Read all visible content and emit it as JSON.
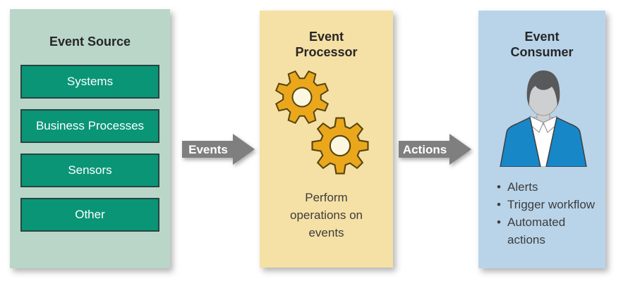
{
  "colors": {
    "canvas-bg": "#ffffff",
    "source-bg": "#b9d6c9",
    "source-box-fill": "#0a9577",
    "source-box-border": "#264640",
    "source-box-text": "#ffffff",
    "processor-bg": "#f5e0a5",
    "consumer-bg": "#b9d4e9",
    "arrow-fill": "#7f7f7f",
    "arrow-text": "#ffffff",
    "gear-fill": "#eba71c",
    "gear-stroke": "#55450f",
    "gear-hole": "#fdf6e1",
    "suit-fill": "#1787c8",
    "suit-stroke": "#3f3f3f",
    "hair-fill": "#58595b",
    "face-fill": "#cdcfd1",
    "face-stroke": "#9b9b9b",
    "shirt-fill": "#ffffff",
    "title-text": "#262626",
    "body-text": "#3d3d3d"
  },
  "icons": {
    "processor": "gears-icon",
    "consumer": "businessman-icon"
  },
  "diagram": {
    "source": {
      "title": "Event Source",
      "items": [
        "Systems",
        "Business Processes",
        "Sensors",
        "Other"
      ]
    },
    "events_arrow": {
      "label": "Events"
    },
    "processor": {
      "title": "Event Processor",
      "description": "Perform operations on events"
    },
    "actions_arrow": {
      "label": "Actions"
    },
    "consumer": {
      "title": "Event Consumer",
      "items": [
        "Alerts",
        "Trigger workflow",
        "Automated actions"
      ]
    }
  }
}
